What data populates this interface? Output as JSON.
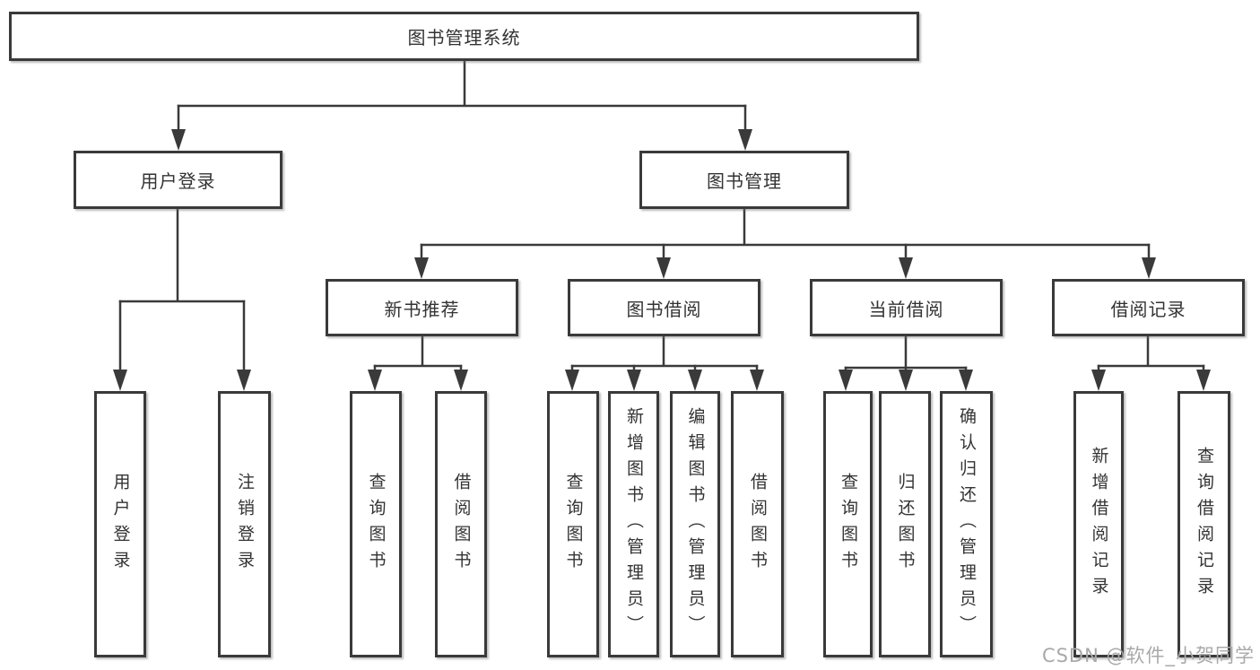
{
  "watermark": "CSDN @软件_小贺同学",
  "colors": {
    "background": "#ffffff",
    "line": "#3a3a3a",
    "box_border": "#3a3a3a",
    "text": "#333333",
    "watermark": "#a9a9a9"
  },
  "tree": {
    "label": "图书管理系统",
    "children": [
      {
        "label": "用户登录",
        "children": [
          {
            "label": "用户登录"
          },
          {
            "label": "注销登录"
          }
        ]
      },
      {
        "label": "图书管理",
        "children": [
          {
            "label": "新书推荐",
            "children": [
              {
                "label": "查询图书"
              },
              {
                "label": "借阅图书"
              }
            ]
          },
          {
            "label": "图书借阅",
            "children": [
              {
                "label": "查询图书"
              },
              {
                "label": "新增图书（管理员）"
              },
              {
                "label": "编辑图书（管理员）"
              },
              {
                "label": "借阅图书"
              }
            ]
          },
          {
            "label": "当前借阅",
            "children": [
              {
                "label": "查询图书"
              },
              {
                "label": "归还图书"
              },
              {
                "label": "确认归还（管理员）"
              }
            ]
          },
          {
            "label": "借阅记录",
            "children": [
              {
                "label": "新增借阅记录"
              },
              {
                "label": "查询借阅记录"
              }
            ]
          }
        ]
      }
    ]
  }
}
